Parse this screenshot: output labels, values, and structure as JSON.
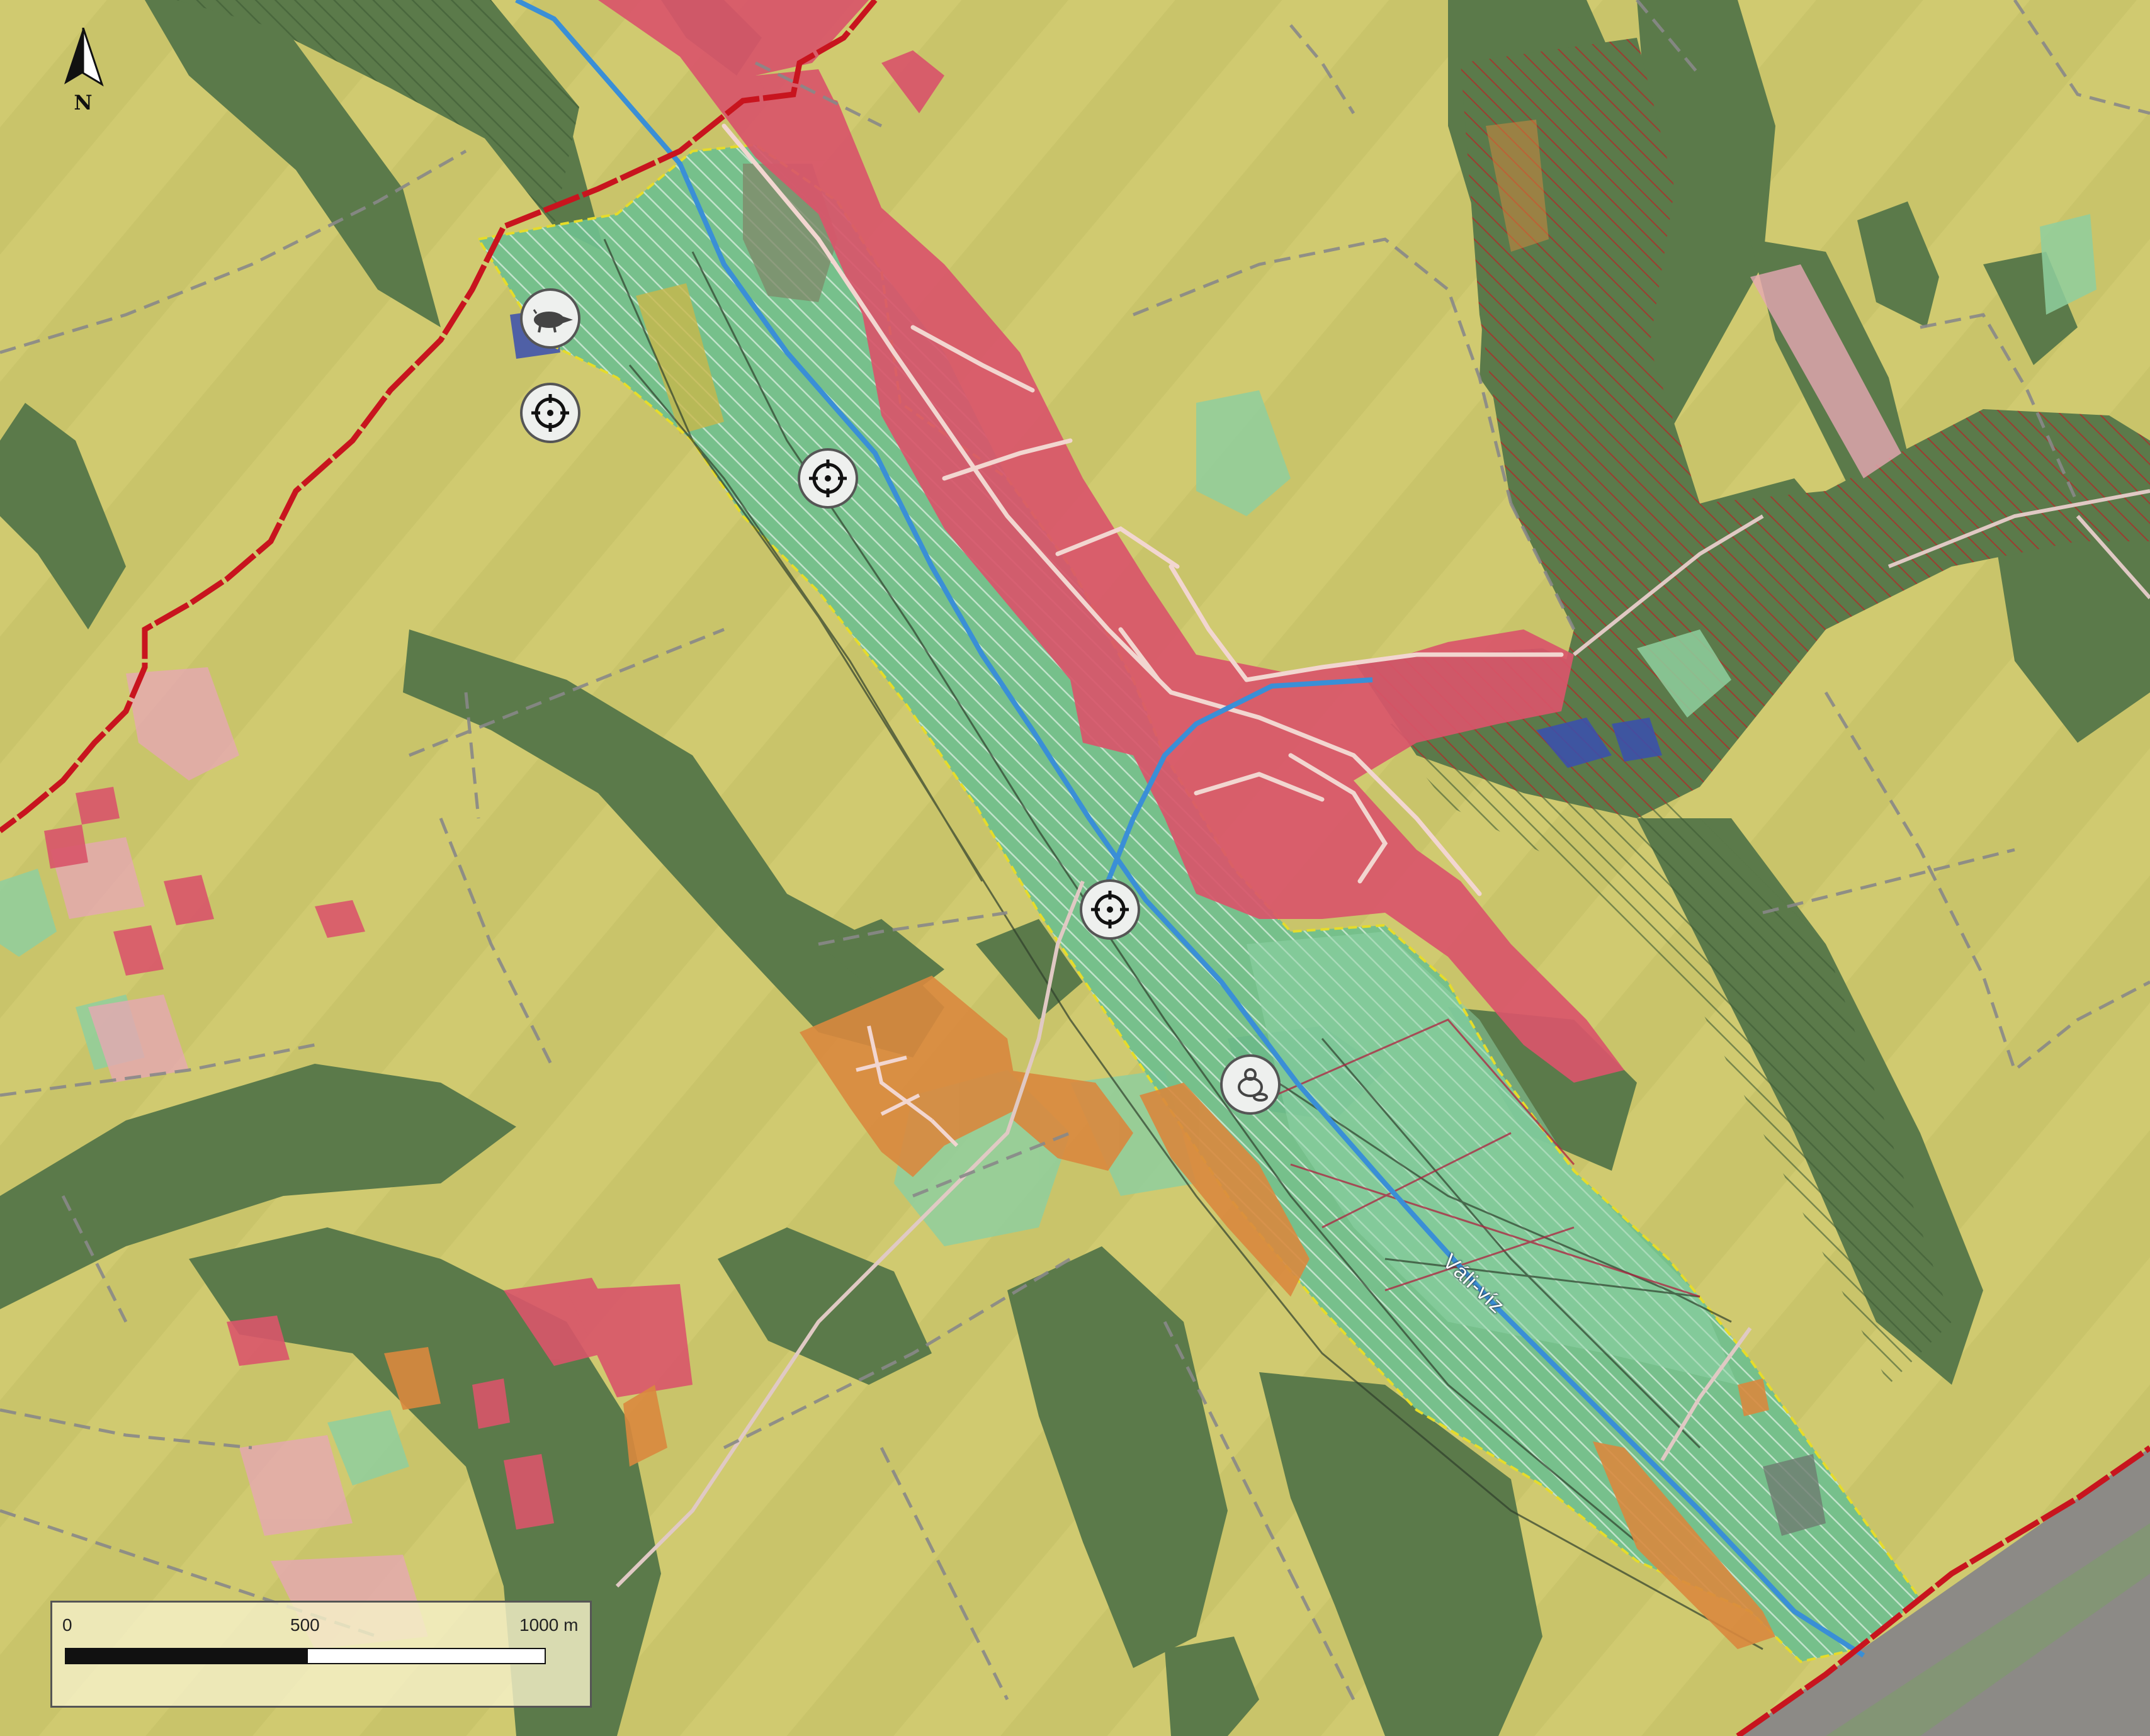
{
  "map": {
    "north_label": "N",
    "river_name": "Váli-víz",
    "scale": {
      "ticks": [
        "0",
        "500",
        "1000 m"
      ]
    },
    "markers": [
      {
        "name": "wild-boar-icon"
      },
      {
        "name": "target-icon"
      },
      {
        "name": "target-icon"
      },
      {
        "name": "target-icon"
      },
      {
        "name": "beaver-icon"
      }
    ],
    "colors": {
      "agricultural": "#c9c46a",
      "forest": "#5b7a4a",
      "grassland_protected": "#6fbf8e",
      "settlement": "#d9556a",
      "industrial": "#d9883e",
      "water": "#3a8fd6",
      "boundary": "#c8141e",
      "road": "#f2d6d0",
      "parcel_line": "#888888"
    }
  }
}
